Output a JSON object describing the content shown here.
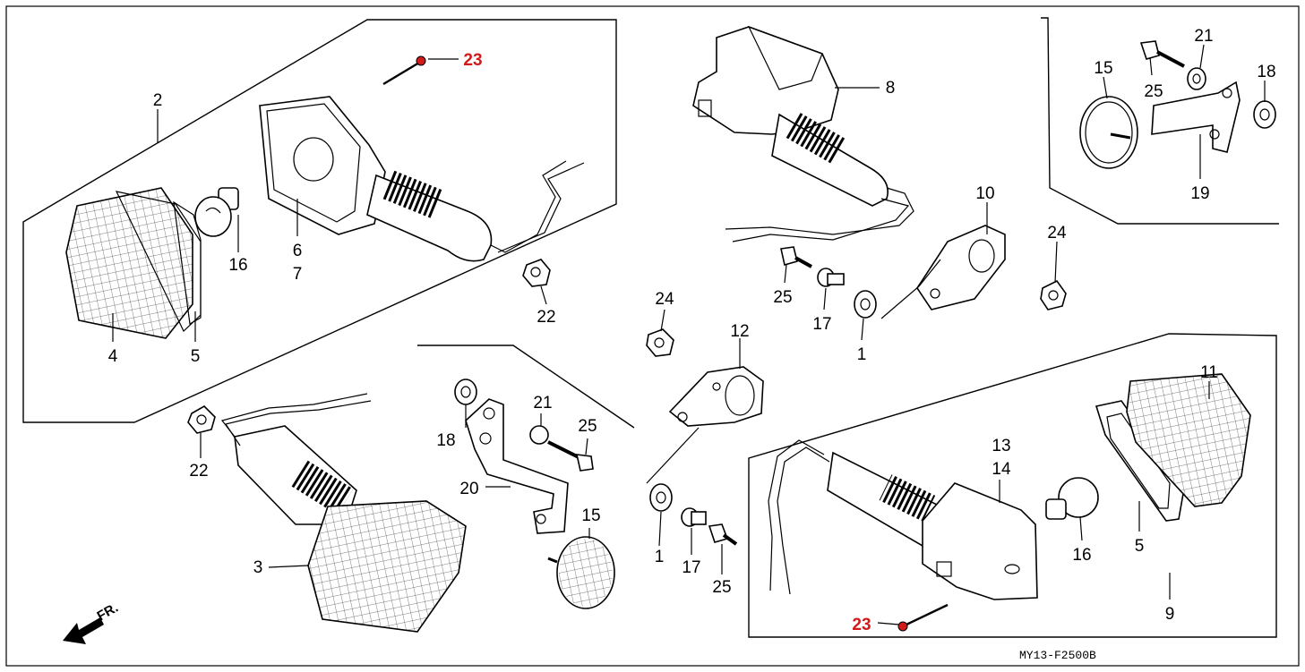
{
  "diagram_code": "MY13-F2500B",
  "direction_label": "FR.",
  "highlight_color": "#d11a1a",
  "callouts": {
    "c1a": "1",
    "c1b": "1",
    "c2": "2",
    "c3": "3",
    "c4": "4",
    "c5a": "5",
    "c5b": "5",
    "c6": "6",
    "c7": "7",
    "c8": "8",
    "c9": "9",
    "c10": "10",
    "c11": "11",
    "c12": "12",
    "c13": "13",
    "c14": "14",
    "c15a": "15",
    "c15b": "15",
    "c16a": "16",
    "c16b": "16",
    "c17a": "17",
    "c17b": "17",
    "c18a": "18",
    "c18b": "18",
    "c19": "19",
    "c20": "20",
    "c21a": "21",
    "c21b": "21",
    "c22a": "22",
    "c22b": "22",
    "c23a": "23",
    "c23b": "23",
    "c24a": "24",
    "c24b": "24",
    "c25a": "25",
    "c25b": "25",
    "c25c": "25",
    "c25d": "25"
  }
}
